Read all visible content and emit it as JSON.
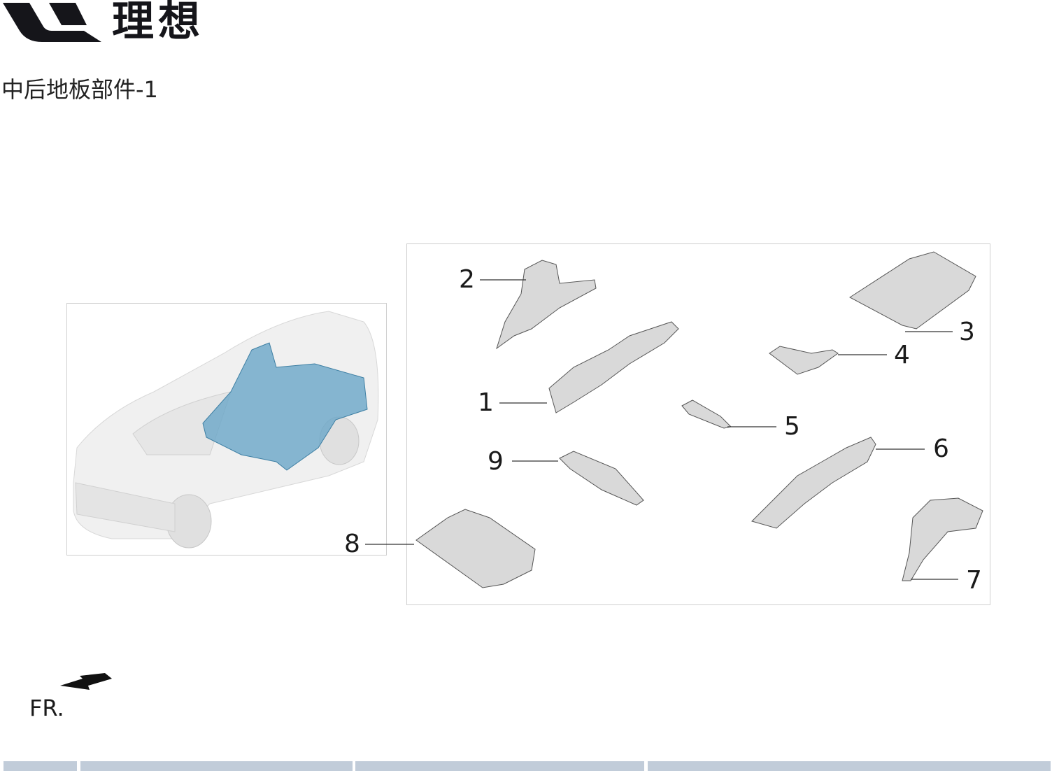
{
  "header": {
    "brand_logo": "Li Auto",
    "brand_text": "理想",
    "page_title": "中后地板部件-1"
  },
  "diagram": {
    "callouts": [
      {
        "label": "1"
      },
      {
        "label": "2"
      },
      {
        "label": "3"
      },
      {
        "label": "4"
      },
      {
        "label": "5"
      },
      {
        "label": "6"
      },
      {
        "label": "7"
      },
      {
        "label": "8"
      },
      {
        "label": "9"
      }
    ],
    "highlight_color": "#6aa6c8",
    "direction_label": "FR."
  },
  "footer": {
    "bar_color": "#c1ccd9"
  }
}
